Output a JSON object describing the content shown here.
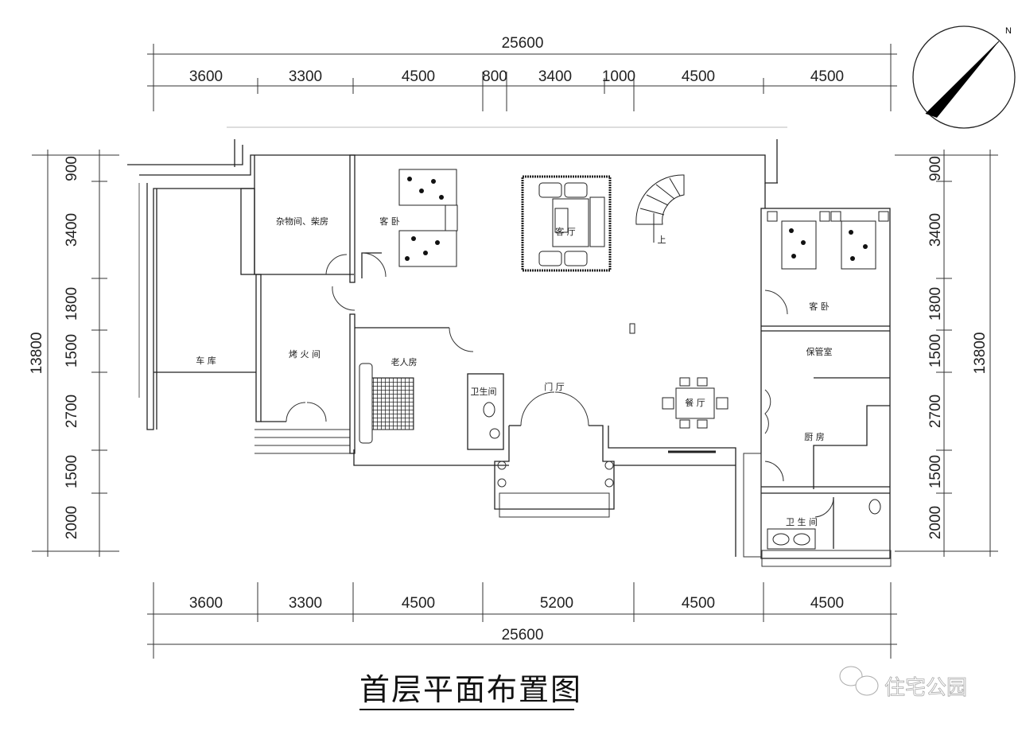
{
  "title": "首层平面布置图",
  "watermark": "住宅公园",
  "compass": {
    "label": "N",
    "icon": "north-arrow"
  },
  "dimensions": {
    "top_total": "25600",
    "top": [
      "3600",
      "3300",
      "4500",
      "800",
      "3400",
      "1000",
      "4500",
      "4500"
    ],
    "bottom_total": "25600",
    "bottom": [
      "3600",
      "3300",
      "4500",
      "5200",
      "4500",
      "4500"
    ],
    "left_total": "13800",
    "left": [
      "900",
      "3400",
      "1800",
      "1500",
      "2700",
      "1500",
      "2000"
    ],
    "right_total": "13800",
    "right": [
      "900",
      "3400",
      "1800",
      "1500",
      "2700",
      "1500",
      "2000"
    ]
  },
  "rooms": {
    "storage": "杂物间、柴房",
    "guest_bedroom_1": "客  卧",
    "living_room": "客 厅",
    "stairs_up": "上",
    "guest_bedroom_2": "客 卧",
    "keeping_room": "保管室",
    "dining": "餐  厅",
    "kitchen": "厨  房",
    "bathroom_2": "卫 生 间",
    "foyer": "门  厅",
    "elder_room": "老人房",
    "bathroom_1": "卫生间",
    "fire_room": "烤 火 间",
    "garage": "车  库"
  }
}
